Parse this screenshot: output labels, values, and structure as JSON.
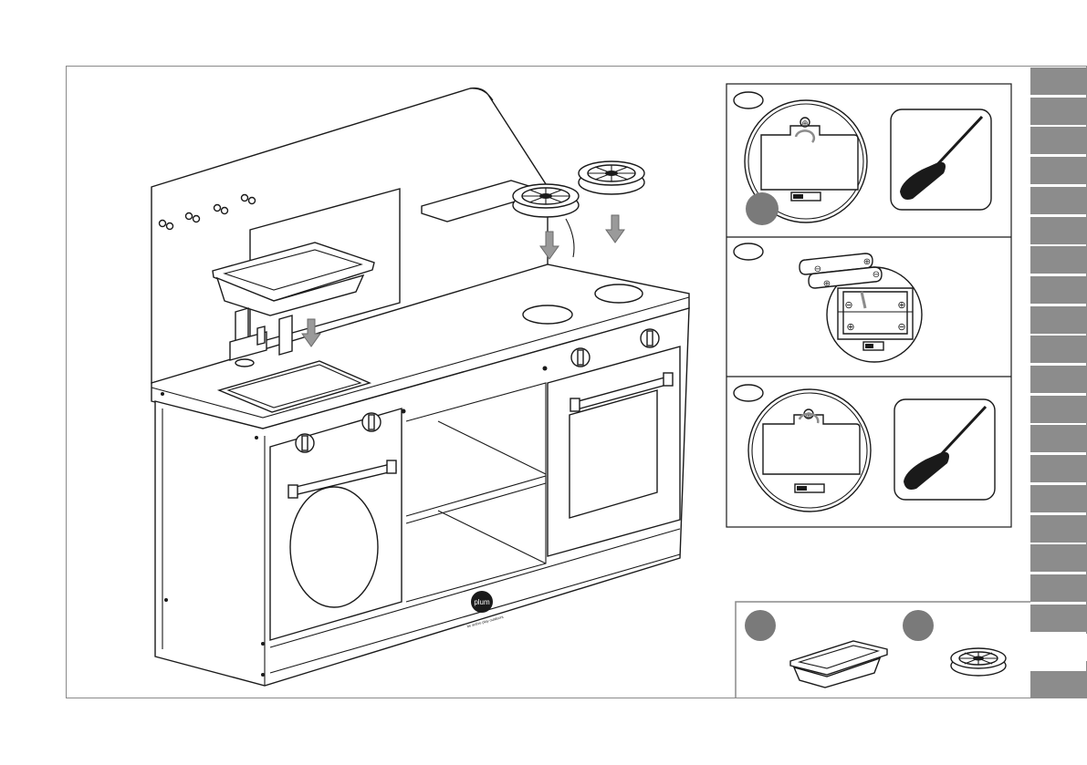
{
  "brand": {
    "logo_text": "plum",
    "tagline": "be active play outdoors"
  },
  "battery_labels": {
    "plus": "⊕",
    "minus": "⊖"
  },
  "colors": {
    "tab_gray": "#8c8c8c",
    "badge_gray": "#7a7a7a",
    "arrow_gray": "#9a9a9a",
    "frame_border": "#8a8a8a"
  },
  "icons": [
    "screwdriver-icon",
    "rotate-icon",
    "battery-icon",
    "arrow-down-icon"
  ],
  "side_tabs": {
    "count": 20,
    "blank_slot_index": 19
  }
}
